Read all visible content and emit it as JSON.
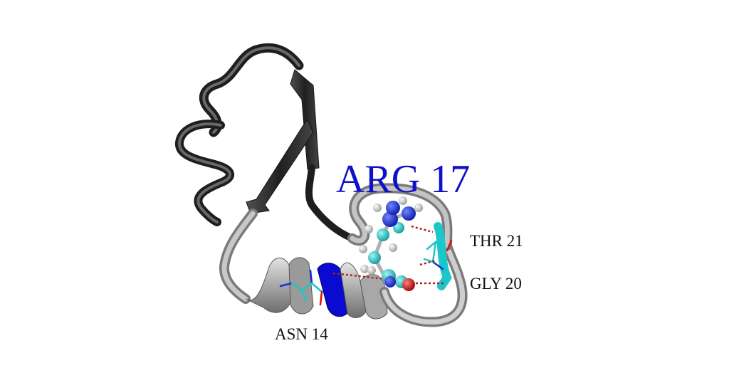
{
  "labels": {
    "arg": "ARG 17",
    "thr": "THR 21",
    "gly": "GLY 20",
    "asn": "ASN 14"
  },
  "colors": {
    "background": "#ffffff",
    "ribbon_dark": "#2a2a2a",
    "ribbon_mid": "#707070",
    "ribbon_light": "#b8b8b8",
    "helix_blue": "#0a0ad0",
    "carbon_cyan": "#1cc7c9",
    "nitrogen_blue": "#1030e0",
    "oxygen_red": "#d81010",
    "hydrogen_white": "#e8e8e8",
    "hbond_red": "#b02020",
    "label_blue": "#1010c8"
  }
}
